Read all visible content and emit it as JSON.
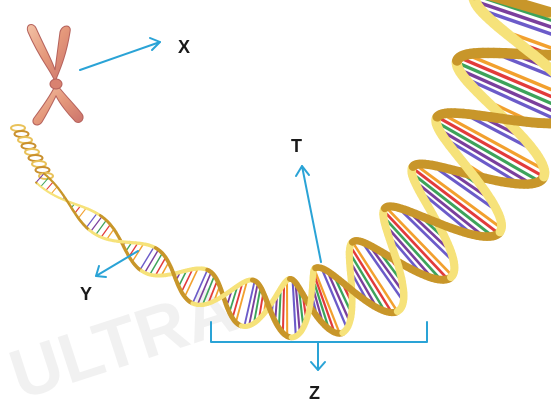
{
  "labels": {
    "x": "X",
    "y": "Y",
    "t": "T",
    "z": "Z"
  },
  "watermark": "ULTRA",
  "colors": {
    "arrow": "#2aa3d6",
    "backbone_light": "#f6e27a",
    "backbone_dark": "#c8962a",
    "chromosome": "#e7a27f",
    "rungs": [
      "#7a3f9d",
      "#3da35a",
      "#e23b3b",
      "#f2a02e",
      "#ffffff",
      "#6b5bc9"
    ]
  }
}
